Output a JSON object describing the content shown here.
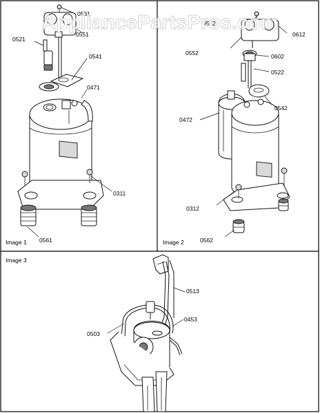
{
  "watermark": "AppliancePartsPros.com",
  "panels": {
    "p1": {
      "caption": "Image 1"
    },
    "p2": {
      "caption": "Image 2"
    },
    "p3": {
      "caption": "Image 3"
    }
  },
  "callouts": {
    "c0531": "0531",
    "c0551": "0551",
    "c0521": "0521",
    "c0541": "0541",
    "c0471": "0471",
    "c0311": "0311",
    "c0561": "0561",
    "c0532": "0532",
    "c0612": "0612",
    "c0552": "0552",
    "c0602": "0602",
    "c0522": "0522",
    "c0542": "0542",
    "c0472": "0472",
    "c0312": "0312",
    "c0562": "0562",
    "c0513": "0513",
    "c0503": "0503",
    "c0453": "0453"
  }
}
